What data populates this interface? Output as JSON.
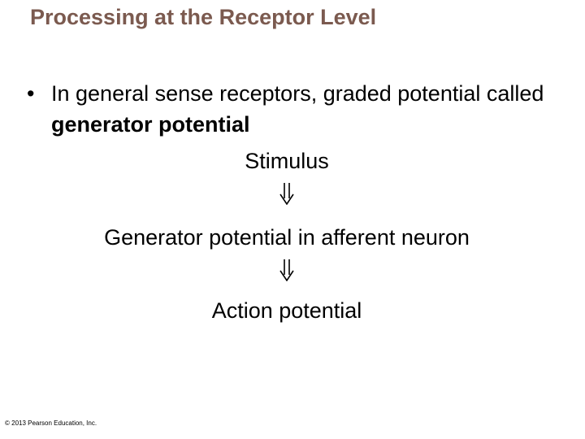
{
  "slide": {
    "title": "Processing at the Receptor Level",
    "bullet": {
      "marker": "•",
      "text_lead": "In general sense receptors, graded potential called ",
      "text_emphasis": "generator potential"
    },
    "flow": {
      "step1": "Stimulus",
      "arrow1": "⇓",
      "step2": "Generator potential in afferent neuron",
      "arrow2": "⇓",
      "step3": "Action potential"
    },
    "copyright": "© 2013 Pearson Education, Inc."
  },
  "colors": {
    "title": "#7b5a4f",
    "text": "#000000",
    "background": "#ffffff"
  }
}
